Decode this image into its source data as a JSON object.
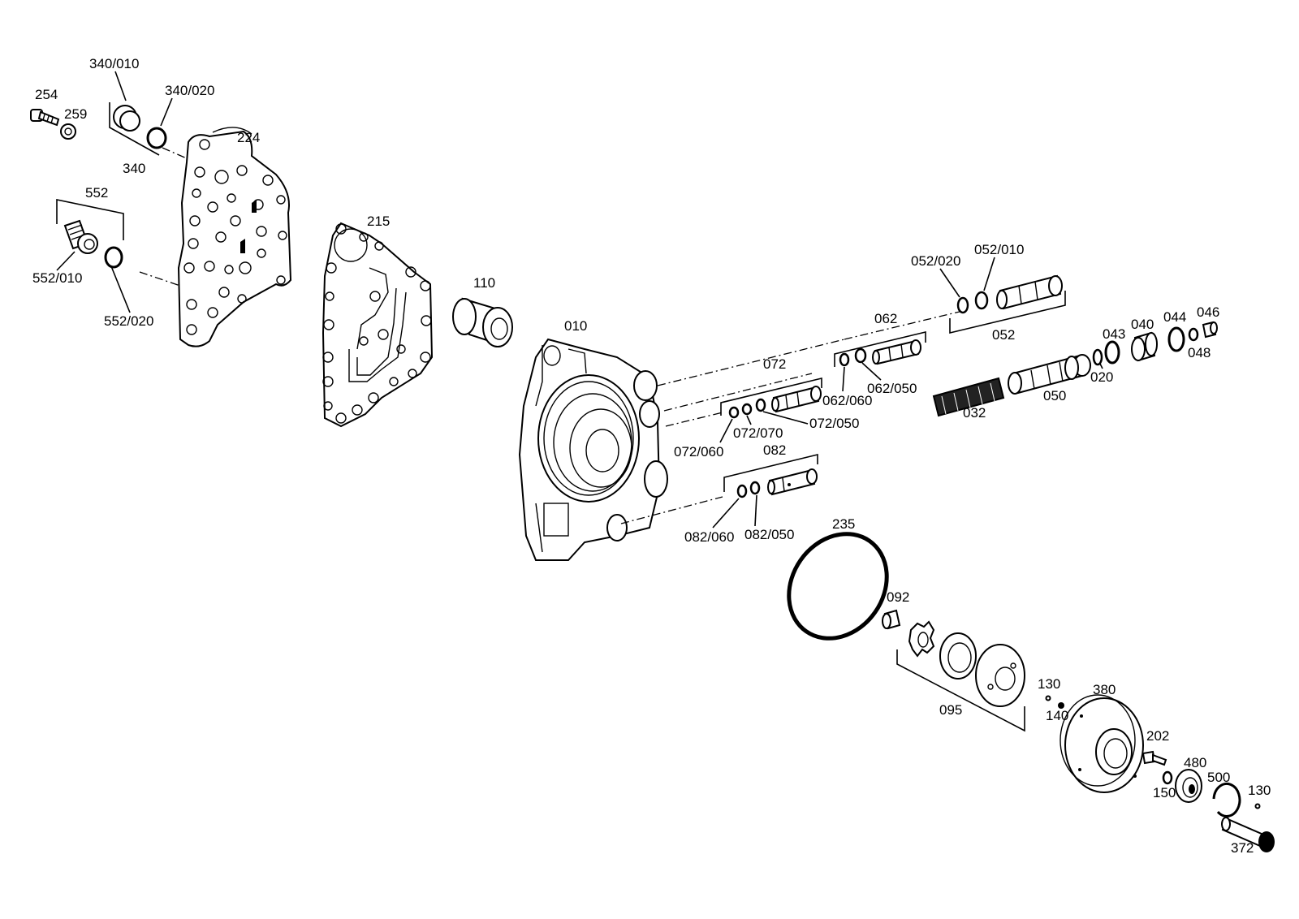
{
  "diagram": {
    "labels": {
      "p254": "254",
      "p259": "259",
      "p340_010": "340/010",
      "p340_020": "340/020",
      "p340": "340",
      "p224": "224",
      "p552": "552",
      "p552_010": "552/010",
      "p552_020": "552/020",
      "p215": "215",
      "p110": "110",
      "p010": "010",
      "p052_020": "052/020",
      "p052_010": "052/010",
      "p052": "052",
      "p062": "062",
      "p062_060": "062/060",
      "p062_050": "062/050",
      "p072": "072",
      "p072_060": "072/060",
      "p072_070": "072/070",
      "p072_050": "072/050",
      "p082": "082",
      "p082_060": "082/060",
      "p082_050": "082/050",
      "p043": "043",
      "p040": "040",
      "p044": "044",
      "p046": "046",
      "p048": "048",
      "p020": "020",
      "p050": "050",
      "p032": "032",
      "p235": "235",
      "p092": "092",
      "p095": "095",
      "p130a": "130",
      "p140": "140",
      "p380": "380",
      "p202": "202",
      "p480": "480",
      "p500": "500",
      "p150": "150",
      "p130b": "130",
      "p372": "372"
    }
  }
}
